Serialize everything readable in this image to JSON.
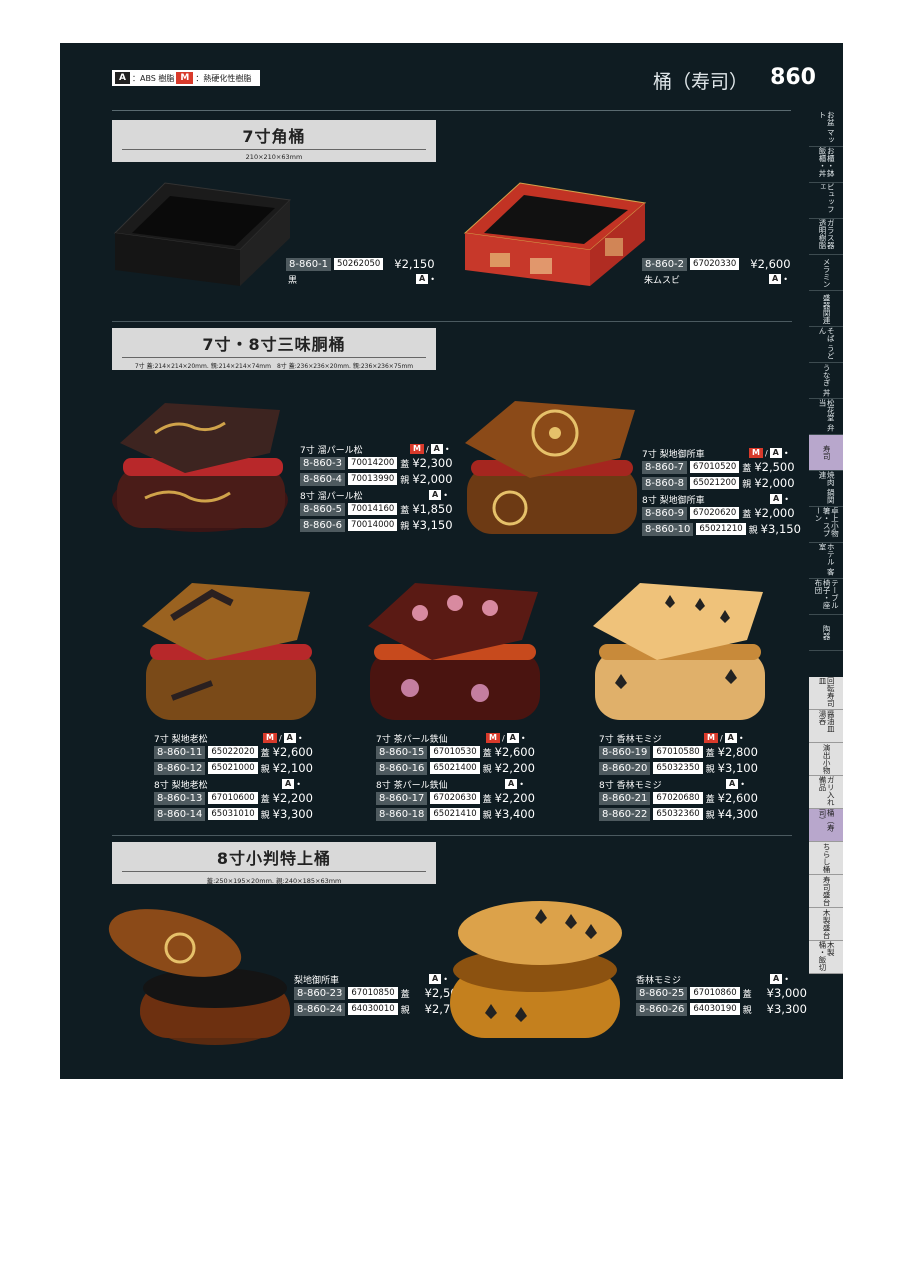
{
  "legend": {
    "a_chip": "A",
    "a_text": "：ABS 樹脂",
    "m_chip": "M",
    "m_text": "：熱硬化性樹脂"
  },
  "header": {
    "title": "桶（寿司）",
    "page_number": "860"
  },
  "sidebar": {
    "tabs": [
      "お盆 マット",
      "お櫃・鉢 飯櫃・丼",
      "ビュッフェ",
      "ガラス器 透明樹脂",
      "メラミン",
      "盛器関連",
      "そば うどん",
      "うなぎ 丼",
      "松花堂 弁当",
      "寿司",
      "焼肉 鍋関連",
      "卓上小物 箸・スプーン",
      "ホテル 客室",
      "テーブル 椅子・座布団",
      "陶器"
    ],
    "active_tab": "寿司",
    "subtabs": [
      "回転寿司皿",
      "醤油皿 湯呑",
      "演出小物",
      "ガリ入れ 備品",
      "桶（寿司）",
      "ちらし桶",
      "寿司盛台",
      "木製盛台",
      "木製 桶・飯切"
    ],
    "active_subtab": "桶（寿司）"
  },
  "sections": [
    {
      "title": "7寸角桶",
      "dims": "210×210×63mm"
    },
    {
      "title": "7寸・8寸三味胴桶",
      "dims": "7寸 蓋:214×214×20mm. 親:214×214×74mm　8寸 蓋:236×236×20mm. 親:236×236×75mm"
    },
    {
      "title": "8寸小判特上桶",
      "dims": "蓋:250×195×20mm. 親:240×185×63mm"
    }
  ],
  "products": {
    "kaku_black": {
      "label": "黒",
      "code": "8-860-1",
      "jan": "50262050",
      "price": "¥2,150",
      "badges": [
        "A"
      ]
    },
    "kaku_red": {
      "label": "朱ムスビ",
      "code": "8-860-2",
      "jan": "67020330",
      "price": "¥2,600",
      "badges": [
        "A"
      ]
    },
    "tamenuri_matsu": {
      "label7": "7寸 溜パール松",
      "label8": "8寸 溜パール松",
      "badges7": [
        "M",
        "A"
      ],
      "badges8": [
        "A"
      ],
      "rows": [
        {
          "code": "8-860-3",
          "jan": "70014200",
          "type": "蓋",
          "price": "¥2,300"
        },
        {
          "code": "8-860-4",
          "jan": "70013990",
          "type": "親",
          "price": "¥2,000"
        },
        {
          "code": "8-860-5",
          "jan": "70014160",
          "type": "蓋",
          "price": "¥1,850"
        },
        {
          "code": "8-860-6",
          "jan": "70014000",
          "type": "親",
          "price": "¥3,150"
        }
      ]
    },
    "nashiji_goshoguruma": {
      "label7": "7寸 梨地御所車",
      "label8": "8寸 梨地御所車",
      "badges7": [
        "M",
        "A"
      ],
      "badges8": [
        "A"
      ],
      "rows": [
        {
          "code": "8-860-7",
          "jan": "67010520",
          "type": "蓋",
          "price": "¥2,500"
        },
        {
          "code": "8-860-8",
          "jan": "65021200",
          "type": "親",
          "price": "¥2,000"
        },
        {
          "code": "8-860-9",
          "jan": "67020620",
          "type": "蓋",
          "price": "¥2,000"
        },
        {
          "code": "8-860-10",
          "jan": "65021210",
          "type": "親",
          "price": "¥3,150"
        }
      ]
    },
    "nashiji_oimatsu": {
      "label7": "7寸 梨地老松",
      "label8": "8寸 梨地老松",
      "badges7": [
        "M",
        "A"
      ],
      "badges8": [
        "A"
      ],
      "rows": [
        {
          "code": "8-860-11",
          "jan": "65022020",
          "type": "蓋",
          "price": "¥2,600"
        },
        {
          "code": "8-860-12",
          "jan": "65021000",
          "type": "親",
          "price": "¥2,100"
        },
        {
          "code": "8-860-13",
          "jan": "67010600",
          "type": "蓋",
          "price": "¥2,200"
        },
        {
          "code": "8-860-14",
          "jan": "65031010",
          "type": "親",
          "price": "¥3,300"
        }
      ]
    },
    "cha_pearl_tessen": {
      "label7": "7寸 茶パール鉄仙",
      "label8": "8寸 茶パール鉄仙",
      "badges7": [
        "M",
        "A"
      ],
      "badges8": [
        "A"
      ],
      "rows": [
        {
          "code": "8-860-15",
          "jan": "67010530",
          "type": "蓋",
          "price": "¥2,600"
        },
        {
          "code": "8-860-16",
          "jan": "65021400",
          "type": "親",
          "price": "¥2,200"
        },
        {
          "code": "8-860-17",
          "jan": "67020630",
          "type": "蓋",
          "price": "¥2,200"
        },
        {
          "code": "8-860-18",
          "jan": "65021410",
          "type": "親",
          "price": "¥3,400"
        }
      ]
    },
    "kobayashi_momiji": {
      "label7": "7寸 香林モミジ",
      "label8": "8寸 香林モミジ",
      "badges7": [
        "M",
        "A"
      ],
      "badges8": [
        "A"
      ],
      "rows": [
        {
          "code": "8-860-19",
          "jan": "67010580",
          "type": "蓋",
          "price": "¥2,800"
        },
        {
          "code": "8-860-20",
          "jan": "65032350",
          "type": "親",
          "price": "¥3,100"
        },
        {
          "code": "8-860-21",
          "jan": "67020680",
          "type": "蓋",
          "price": "¥2,600"
        },
        {
          "code": "8-860-22",
          "jan": "65032360",
          "type": "親",
          "price": "¥4,300"
        }
      ]
    },
    "koban_gosho": {
      "label": "梨地御所車",
      "badges": [
        "A"
      ],
      "rows": [
        {
          "code": "8-860-23",
          "jan": "67010850",
          "type": "蓋",
          "price": "¥2,500"
        },
        {
          "code": "8-860-24",
          "jan": "64030010",
          "type": "親",
          "price": "¥2,700"
        }
      ]
    },
    "koban_momiji": {
      "label": "香林モミジ",
      "badges": [
        "A"
      ],
      "rows": [
        {
          "code": "8-860-25",
          "jan": "67010860",
          "type": "蓋",
          "price": "¥3,000"
        },
        {
          "code": "8-860-26",
          "jan": "64030190",
          "type": "親",
          "price": "¥3,300"
        }
      ]
    }
  }
}
